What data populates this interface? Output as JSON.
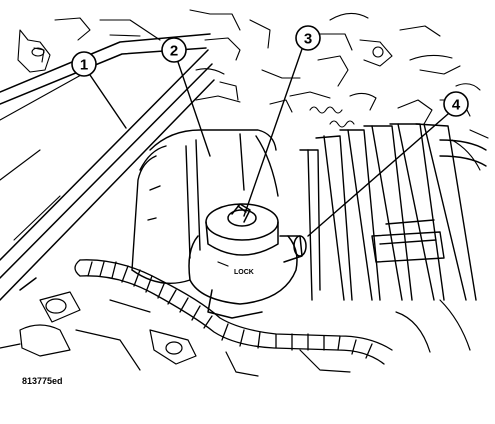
{
  "figure": {
    "figure_id": "813775ed",
    "cap_label": "LOCK",
    "callouts": [
      {
        "number": "1"
      },
      {
        "number": "2"
      },
      {
        "number": "3"
      },
      {
        "number": "4"
      }
    ]
  }
}
